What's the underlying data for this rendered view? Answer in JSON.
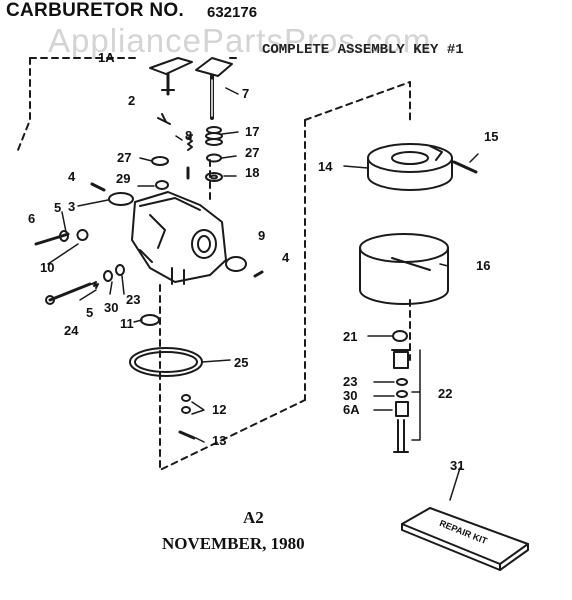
{
  "header": {
    "title": "CARBURETOR NO.",
    "model_number": "632176",
    "watermark": "AppliancePartsPros.com",
    "kit_title": "COMPLETE ASSEMBLY KEY #1"
  },
  "callouts": {
    "p1a": "1A",
    "p2": "2",
    "p3": "3",
    "p4a": "4",
    "p4b": "4",
    "p5a": "5",
    "p5b": "5",
    "p6": "6",
    "p6a": "6A",
    "p7": "7",
    "p8": "8",
    "p9": "9",
    "p10": "10",
    "p11": "11",
    "p12": "12",
    "p13": "13",
    "p14": "14",
    "p15": "15",
    "p16": "16",
    "p17": "17",
    "p18": "18",
    "p21": "21",
    "p22": "22",
    "p23a": "23",
    "p23b": "23",
    "p24": "24",
    "p25": "25",
    "p27a": "27",
    "p27b": "27",
    "p29": "29",
    "p30a": "30",
    "p30b": "30",
    "p31": "31"
  },
  "repair_kit_text": "REPAIR KIT",
  "footer": {
    "page_code": "A2",
    "date": "NOVEMBER, 1980"
  }
}
